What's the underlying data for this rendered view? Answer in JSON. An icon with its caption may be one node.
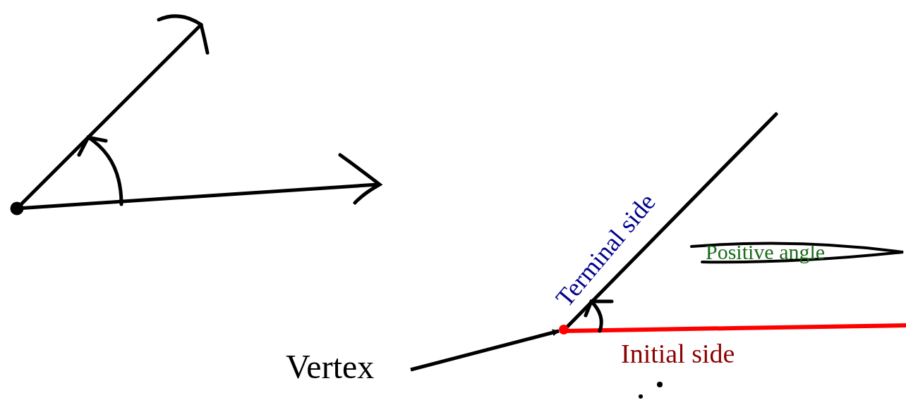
{
  "diagram": {
    "nodes": [
      {
        "text": [
          "Vertex"
        ]
      },
      {
        "text": [],
        "shape": "circle"
      }
    ],
    "edges": [
      {
        "from": 0,
        "to": 1,
        "arrow": "to"
      }
    ],
    "labels": [
      "Terminal side",
      "Positive angle",
      "Initial side"
    ]
  }
}
